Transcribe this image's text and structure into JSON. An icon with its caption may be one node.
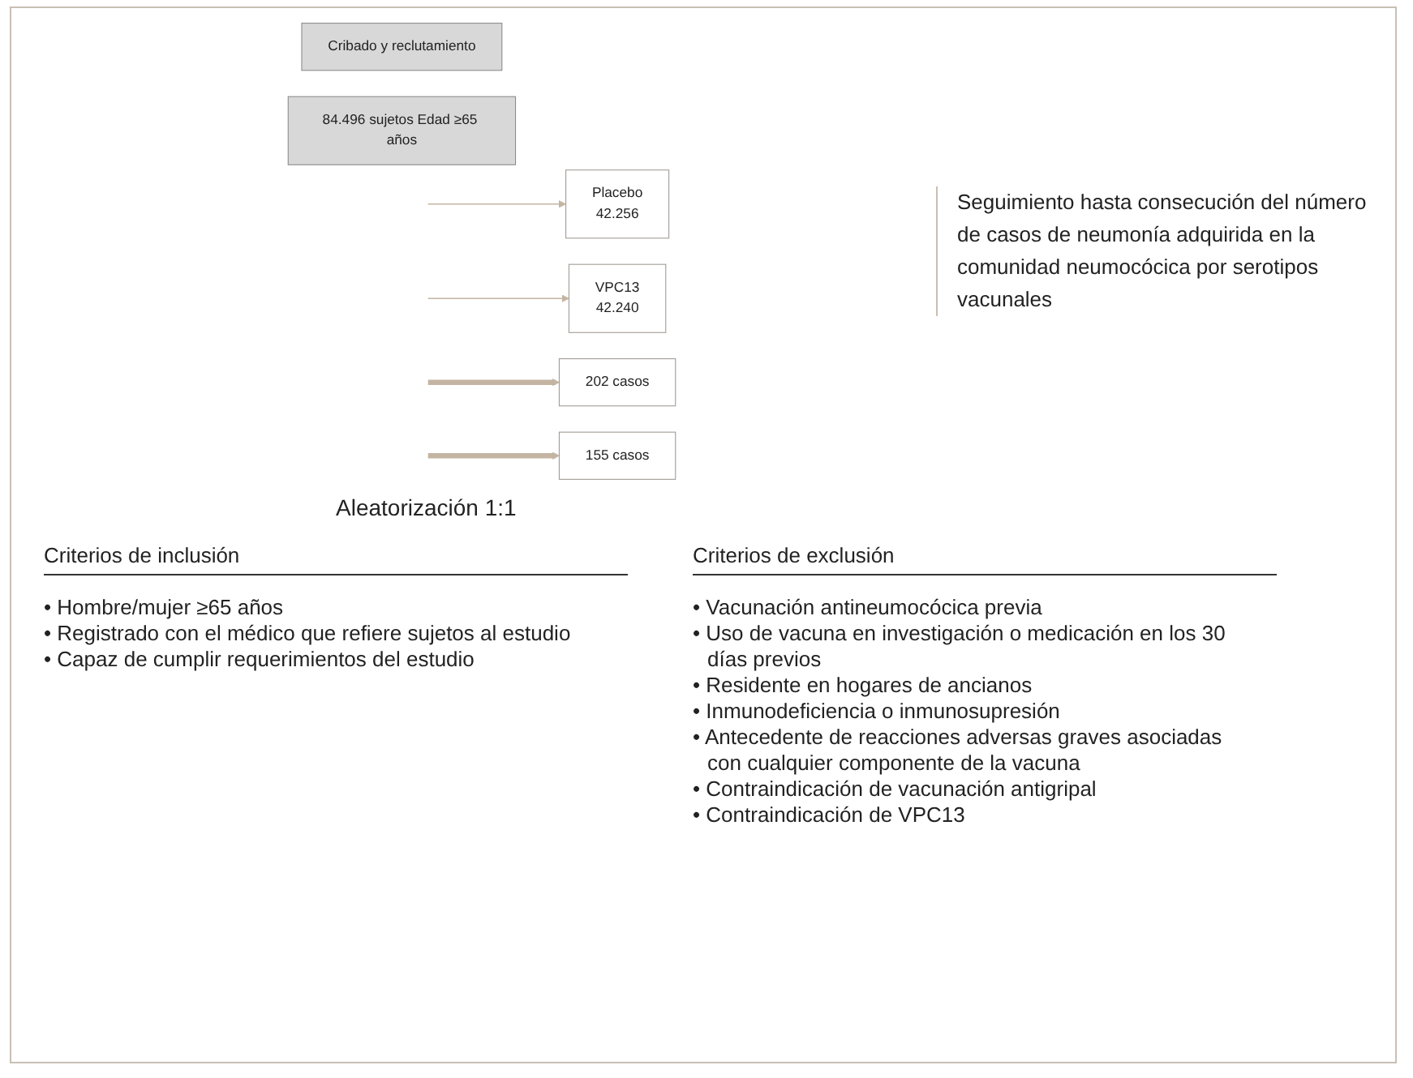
{
  "diagram": {
    "nodes": [
      {
        "text": [
          "Cribado y reclutamiento"
        ]
      },
      {
        "text": [
          "84.496 sujetos Edad ≥65 años"
        ]
      },
      {
        "text": [
          "Placebo",
          "42.256"
        ]
      },
      {
        "text": [
          "VPC13",
          "42.240"
        ]
      },
      {
        "text": [
          "202 casos"
        ]
      },
      {
        "text": [
          "155 casos"
        ]
      }
    ],
    "edges": [
      {
        "from": null,
        "to": 2,
        "arrow": "to"
      },
      {
        "from": null,
        "to": 3,
        "arrow": "to"
      },
      {
        "from": null,
        "to": 4,
        "arrow": "to",
        "style": "thick"
      },
      {
        "from": null,
        "to": 5,
        "arrow": "to",
        "style": "thick"
      }
    ],
    "labels": [
      "Seguimiento hasta consecución del número de casos de neumonía adquirida en la comunidad neumocócica por serotipos vacunales",
      "Aleatorización 1:1",
      "Criterios de inclusión",
      "• Hombre/mujer ≥65 años",
      "• Registrado con el médico que refiere sujetos al estudio",
      "• Capaz de cumplir requerimientos del estudio",
      "Criterios de exclusión",
      "• Vacunación antineumocócica previa",
      "• Uso de vacuna en investigación o medicación en los 30 días previos",
      "• Residente en hogares de ancianos",
      "• Inmunodeficiencia o inmunosupresión",
      "• Antecedente de reacciones adversas graves asociadas con cualquier componente de la vacuna",
      "• Contraindicación de vacunación antigripal",
      "• Contraindicación de VPC13"
    ]
  }
}
